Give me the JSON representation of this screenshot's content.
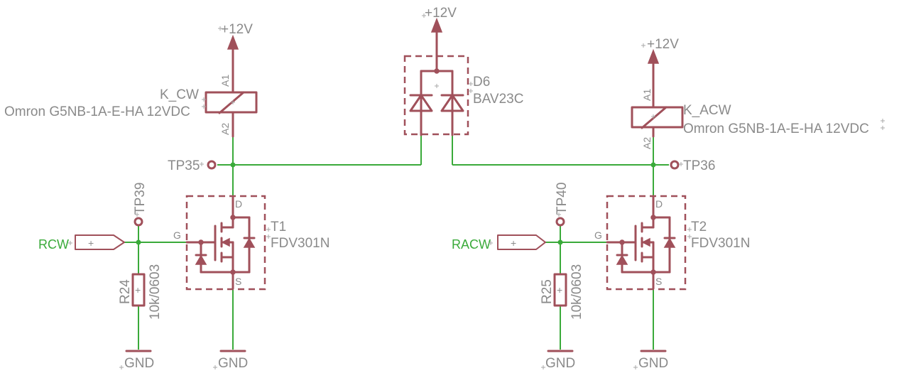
{
  "title": "",
  "supply": {
    "label": "+12V"
  },
  "ground": {
    "label": "GND"
  },
  "relay_cw": {
    "name": "K_CW",
    "value": "Omron G5NB-1A-E-HA 12VDC",
    "pin1": "A1",
    "pin2": "A2"
  },
  "relay_acw": {
    "name": "K_ACW",
    "value": "Omron G5NB-1A-E-HA 12VDC",
    "pin1": "A1",
    "pin2": "A2"
  },
  "diode": {
    "name": "D6",
    "value": "BAV23C"
  },
  "testpoints": {
    "tp35": "TP35",
    "tp36": "TP36",
    "tp39": "TP39",
    "tp40": "TP40"
  },
  "mosfet_1": {
    "name": "T1",
    "value": "FDV301N",
    "gate": "G",
    "drain": "D",
    "source": "S"
  },
  "mosfet_2": {
    "name": "T2",
    "value": "FDV301N",
    "gate": "G",
    "drain": "D",
    "source": "S"
  },
  "resistor_24": {
    "name": "R24",
    "value": "10k/0603"
  },
  "resistor_25": {
    "name": "R25",
    "value": "10k/0603"
  },
  "nets": {
    "rcw": "RCW",
    "racw": "RACW"
  },
  "port_symbol": "+"
}
